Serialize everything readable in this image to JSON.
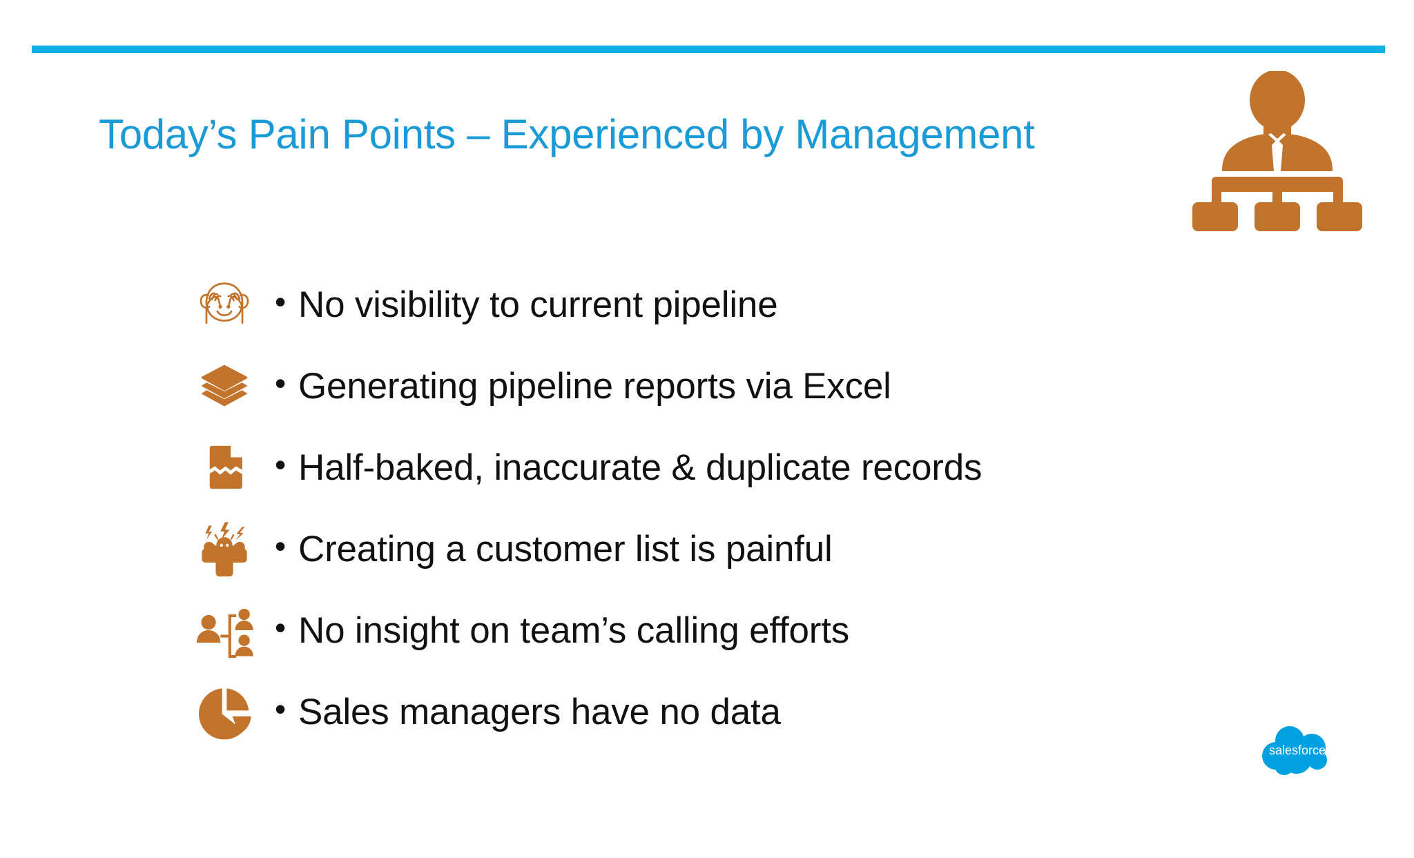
{
  "slide": {
    "title": "Today’s Pain Points – Experienced by Management",
    "accent_blue": "#0fb0e8",
    "title_blue": "#1a9bd7",
    "icon_orange": "#c2742c",
    "text_black": "#111111",
    "background": "#ffffff",
    "bullet_marker": "•"
  },
  "header_icon": {
    "name": "management-org-chart-icon",
    "color": "#c2742c"
  },
  "bullets": [
    {
      "icon": "see-no-evil-monkey-icon",
      "text": "No visibility to current pipeline"
    },
    {
      "icon": "stacked-layers-icon",
      "text": "Generating pipeline reports via Excel"
    },
    {
      "icon": "torn-document-icon",
      "text": "Half-baked, inaccurate & duplicate records"
    },
    {
      "icon": "frustrated-person-icon",
      "text": "Creating a customer list is painful"
    },
    {
      "icon": "team-hierarchy-icon",
      "text": "No insight on team’s calling efforts"
    },
    {
      "icon": "pie-chart-icon",
      "text": "Sales managers have no data"
    }
  ],
  "logo": {
    "name": "salesforce-logo",
    "wordmark": "salesforce",
    "color": "#00a1e0"
  }
}
